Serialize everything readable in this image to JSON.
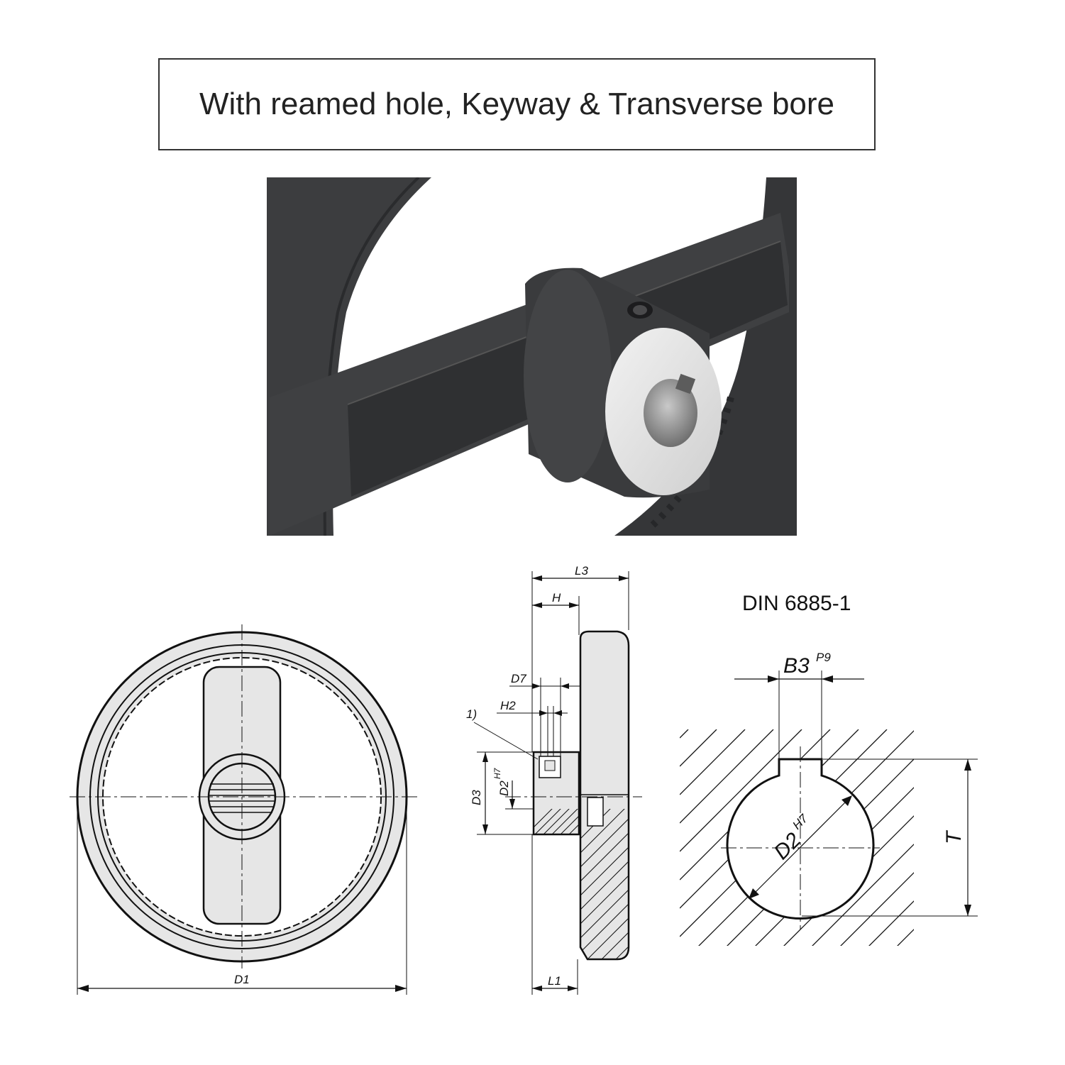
{
  "title": "With reamed hole, Keyway & Transverse bore",
  "photo": {
    "alt": "Black two-spoke handwheel with reamed hub, keyway and transverse set screw bore"
  },
  "front_view": {
    "d1": "D1"
  },
  "side_view": {
    "l3": "L3",
    "h": "H",
    "d7": "D7",
    "h2": "H2",
    "note": "1)",
    "d3": "D3",
    "d2": "D2",
    "d2_tol": "H7",
    "l1": "L1"
  },
  "keyway_detail": {
    "standard": "DIN 6885-1",
    "b3": "B3",
    "b3_tol": "P9",
    "d2": "D2",
    "d2_tol": "H7",
    "t": "T"
  }
}
